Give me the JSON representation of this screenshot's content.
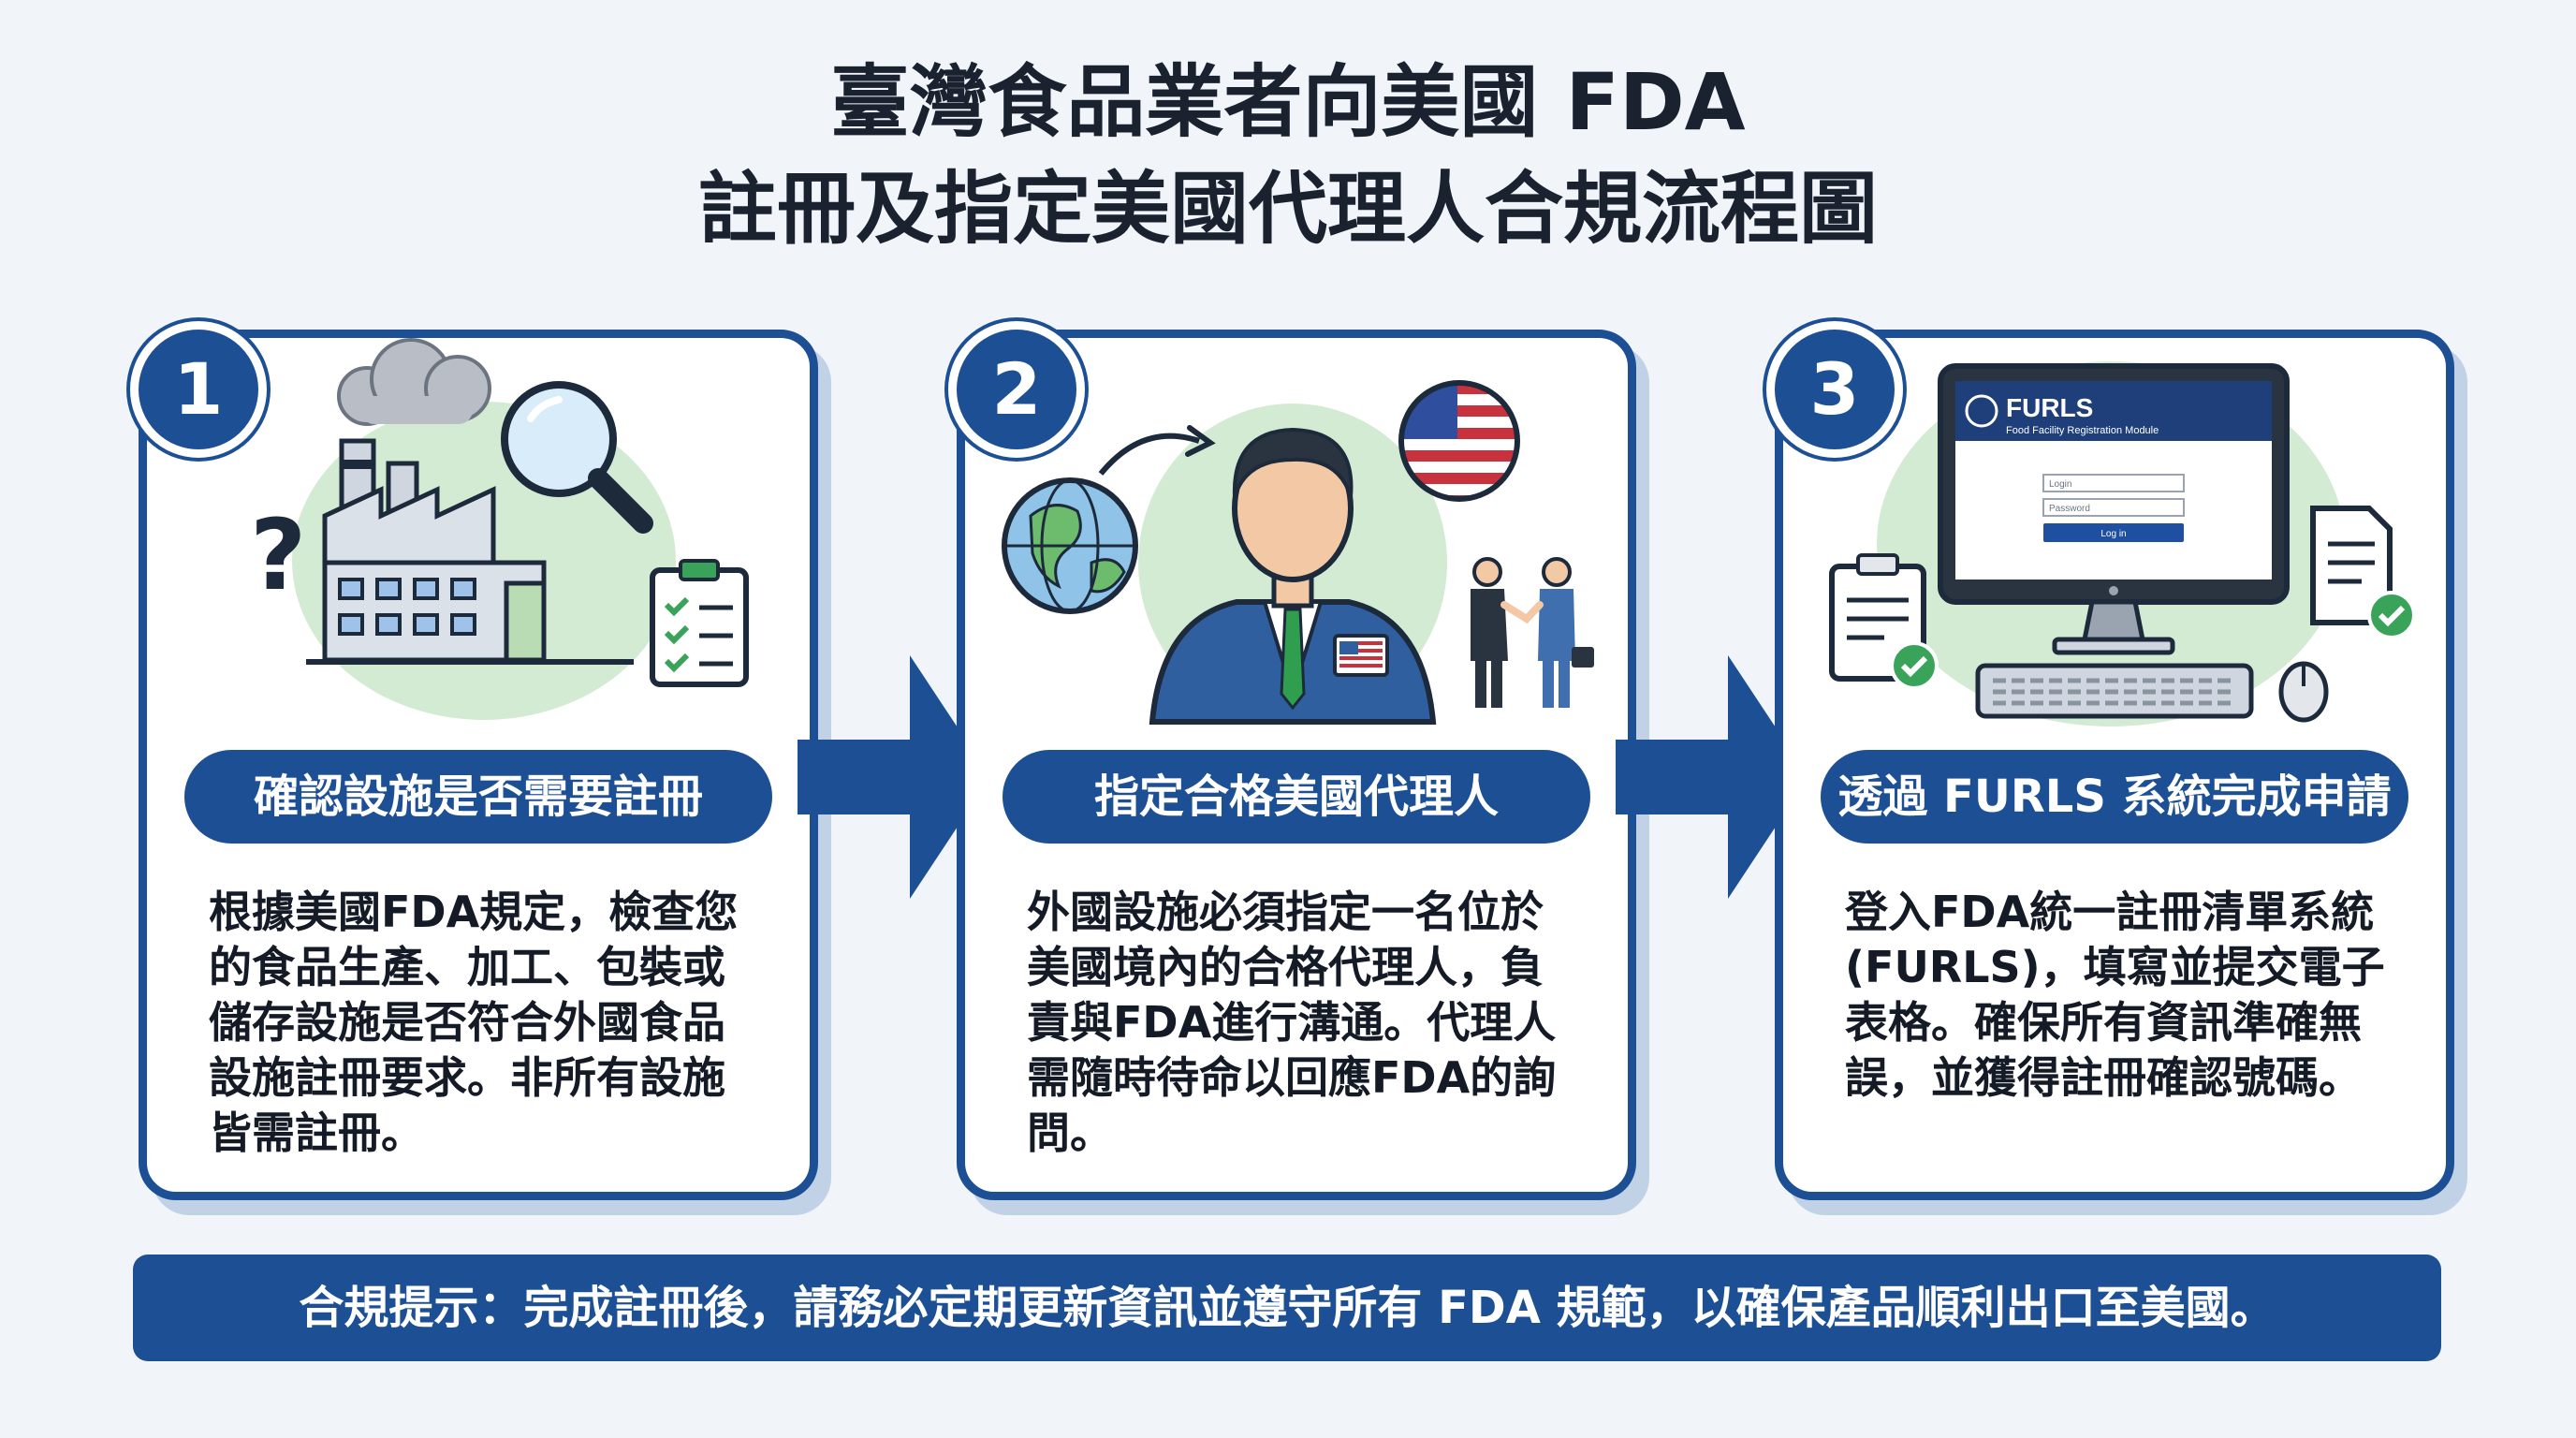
{
  "title": {
    "line1": "臺灣食品業者向美國 FDA",
    "line2": "註冊及指定美國代理人合規流程圖"
  },
  "steps": [
    {
      "number": "1",
      "heading": "確認設施是否需要註冊",
      "description": "根據美國FDA規定，檢查您的食品生產、加工、包裝或儲存設施是否符合外國食品設施註冊要求。非所有設施皆需註冊。",
      "illustration": {
        "question_mark": "?",
        "icons": [
          "factory-icon",
          "smoke-cloud-icon",
          "magnifier-icon",
          "checklist-icon"
        ]
      }
    },
    {
      "number": "2",
      "heading": "指定合格美國代理人",
      "description": "外國設施必須指定一名位於美國境內的合格代理人，負責與FDA進行溝通。代理人需隨時待命以回應FDA的詢問。",
      "illustration": {
        "icons": [
          "globe-icon",
          "agent-person-icon",
          "us-flag-icon",
          "handshake-icon"
        ]
      }
    },
    {
      "number": "3",
      "heading": "透過 FURLS 系統完成申請",
      "description": "登入FDA統一註冊清單系統(FURLS)，填寫並提交電子表格。確保所有資訊準確無誤，並獲得註冊確認號碼。",
      "illustration": {
        "screen_title": "FURLS",
        "screen_subtitle": "Food Facility Registration Module",
        "login_placeholder": "Login",
        "password_placeholder": "Password",
        "login_button": "Log in",
        "icons": [
          "computer-monitor-icon",
          "keyboard-icon",
          "mouse-icon",
          "clipboard-check-icon",
          "document-check-icon"
        ]
      }
    }
  ],
  "banner": "合規提示：完成註冊後，請務必定期更新資訊並遵守所有 FDA 規範，以確保產品順利出口至美國。",
  "colors": {
    "primary": "#1c4f93",
    "background": "#f1f5fa",
    "accent_green": "#d3ebd3",
    "check_green": "#3aa35a"
  }
}
